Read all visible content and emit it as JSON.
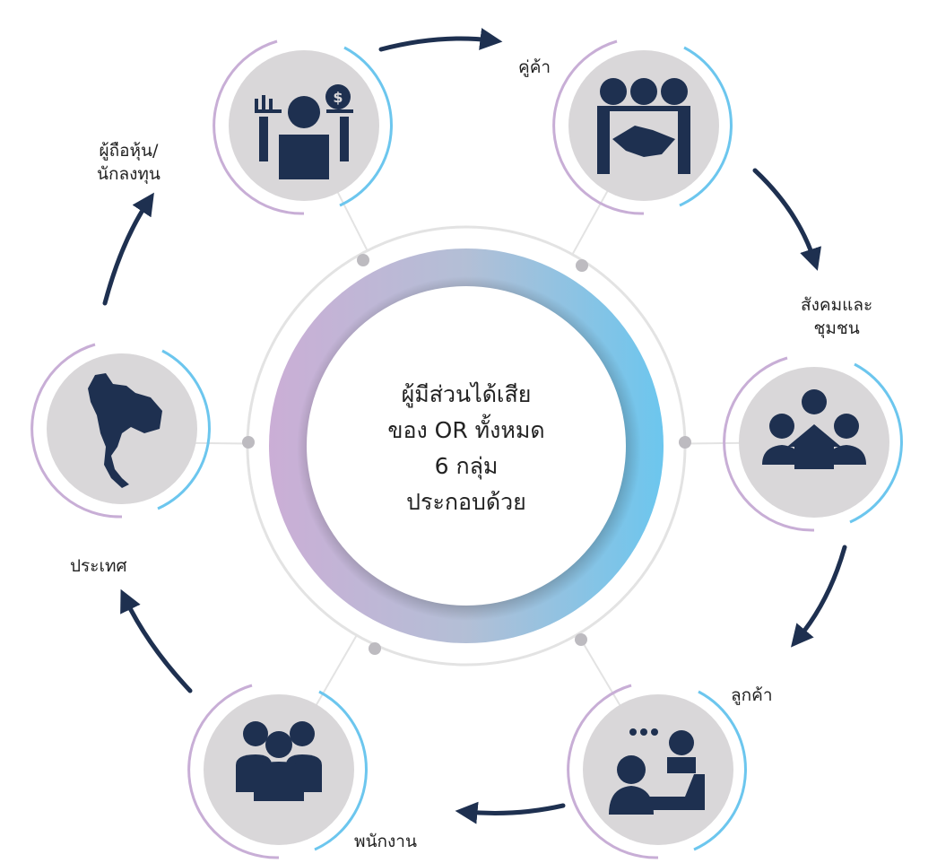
{
  "center": {
    "lines": [
      "ผู้มีส่วนได้เสีย",
      "ของ OR ทั้งหมด",
      "6 กลุ่ม",
      "ประกอบด้วย"
    ]
  },
  "stakeholders": [
    {
      "id": "shareholders",
      "lines": [
        "ผู้ถือหุ้น/",
        "นักลงทุน"
      ],
      "icon": "investor-icon"
    },
    {
      "id": "suppliers",
      "lines": [
        "คู่ค้า"
      ],
      "icon": "handshake-currency-icon"
    },
    {
      "id": "community",
      "lines": [
        "สังคมและ",
        "ชุมชน"
      ],
      "icon": "community-house-icon"
    },
    {
      "id": "customers",
      "lines": [
        "ลูกค้า"
      ],
      "icon": "customer-thumbs-up-icon"
    },
    {
      "id": "employees",
      "lines": [
        "พนักงาน"
      ],
      "icon": "employees-group-icon"
    },
    {
      "id": "country",
      "lines": [
        "ประเทศ"
      ],
      "icon": "thailand-map-icon"
    }
  ],
  "colors": {
    "navy": "#1e3050",
    "disc": "#d9d7d9",
    "purple": "#c8aed6",
    "blue": "#6cc6ee",
    "grey_line": "#e3e3e3",
    "dot": "#bdbbc0"
  }
}
